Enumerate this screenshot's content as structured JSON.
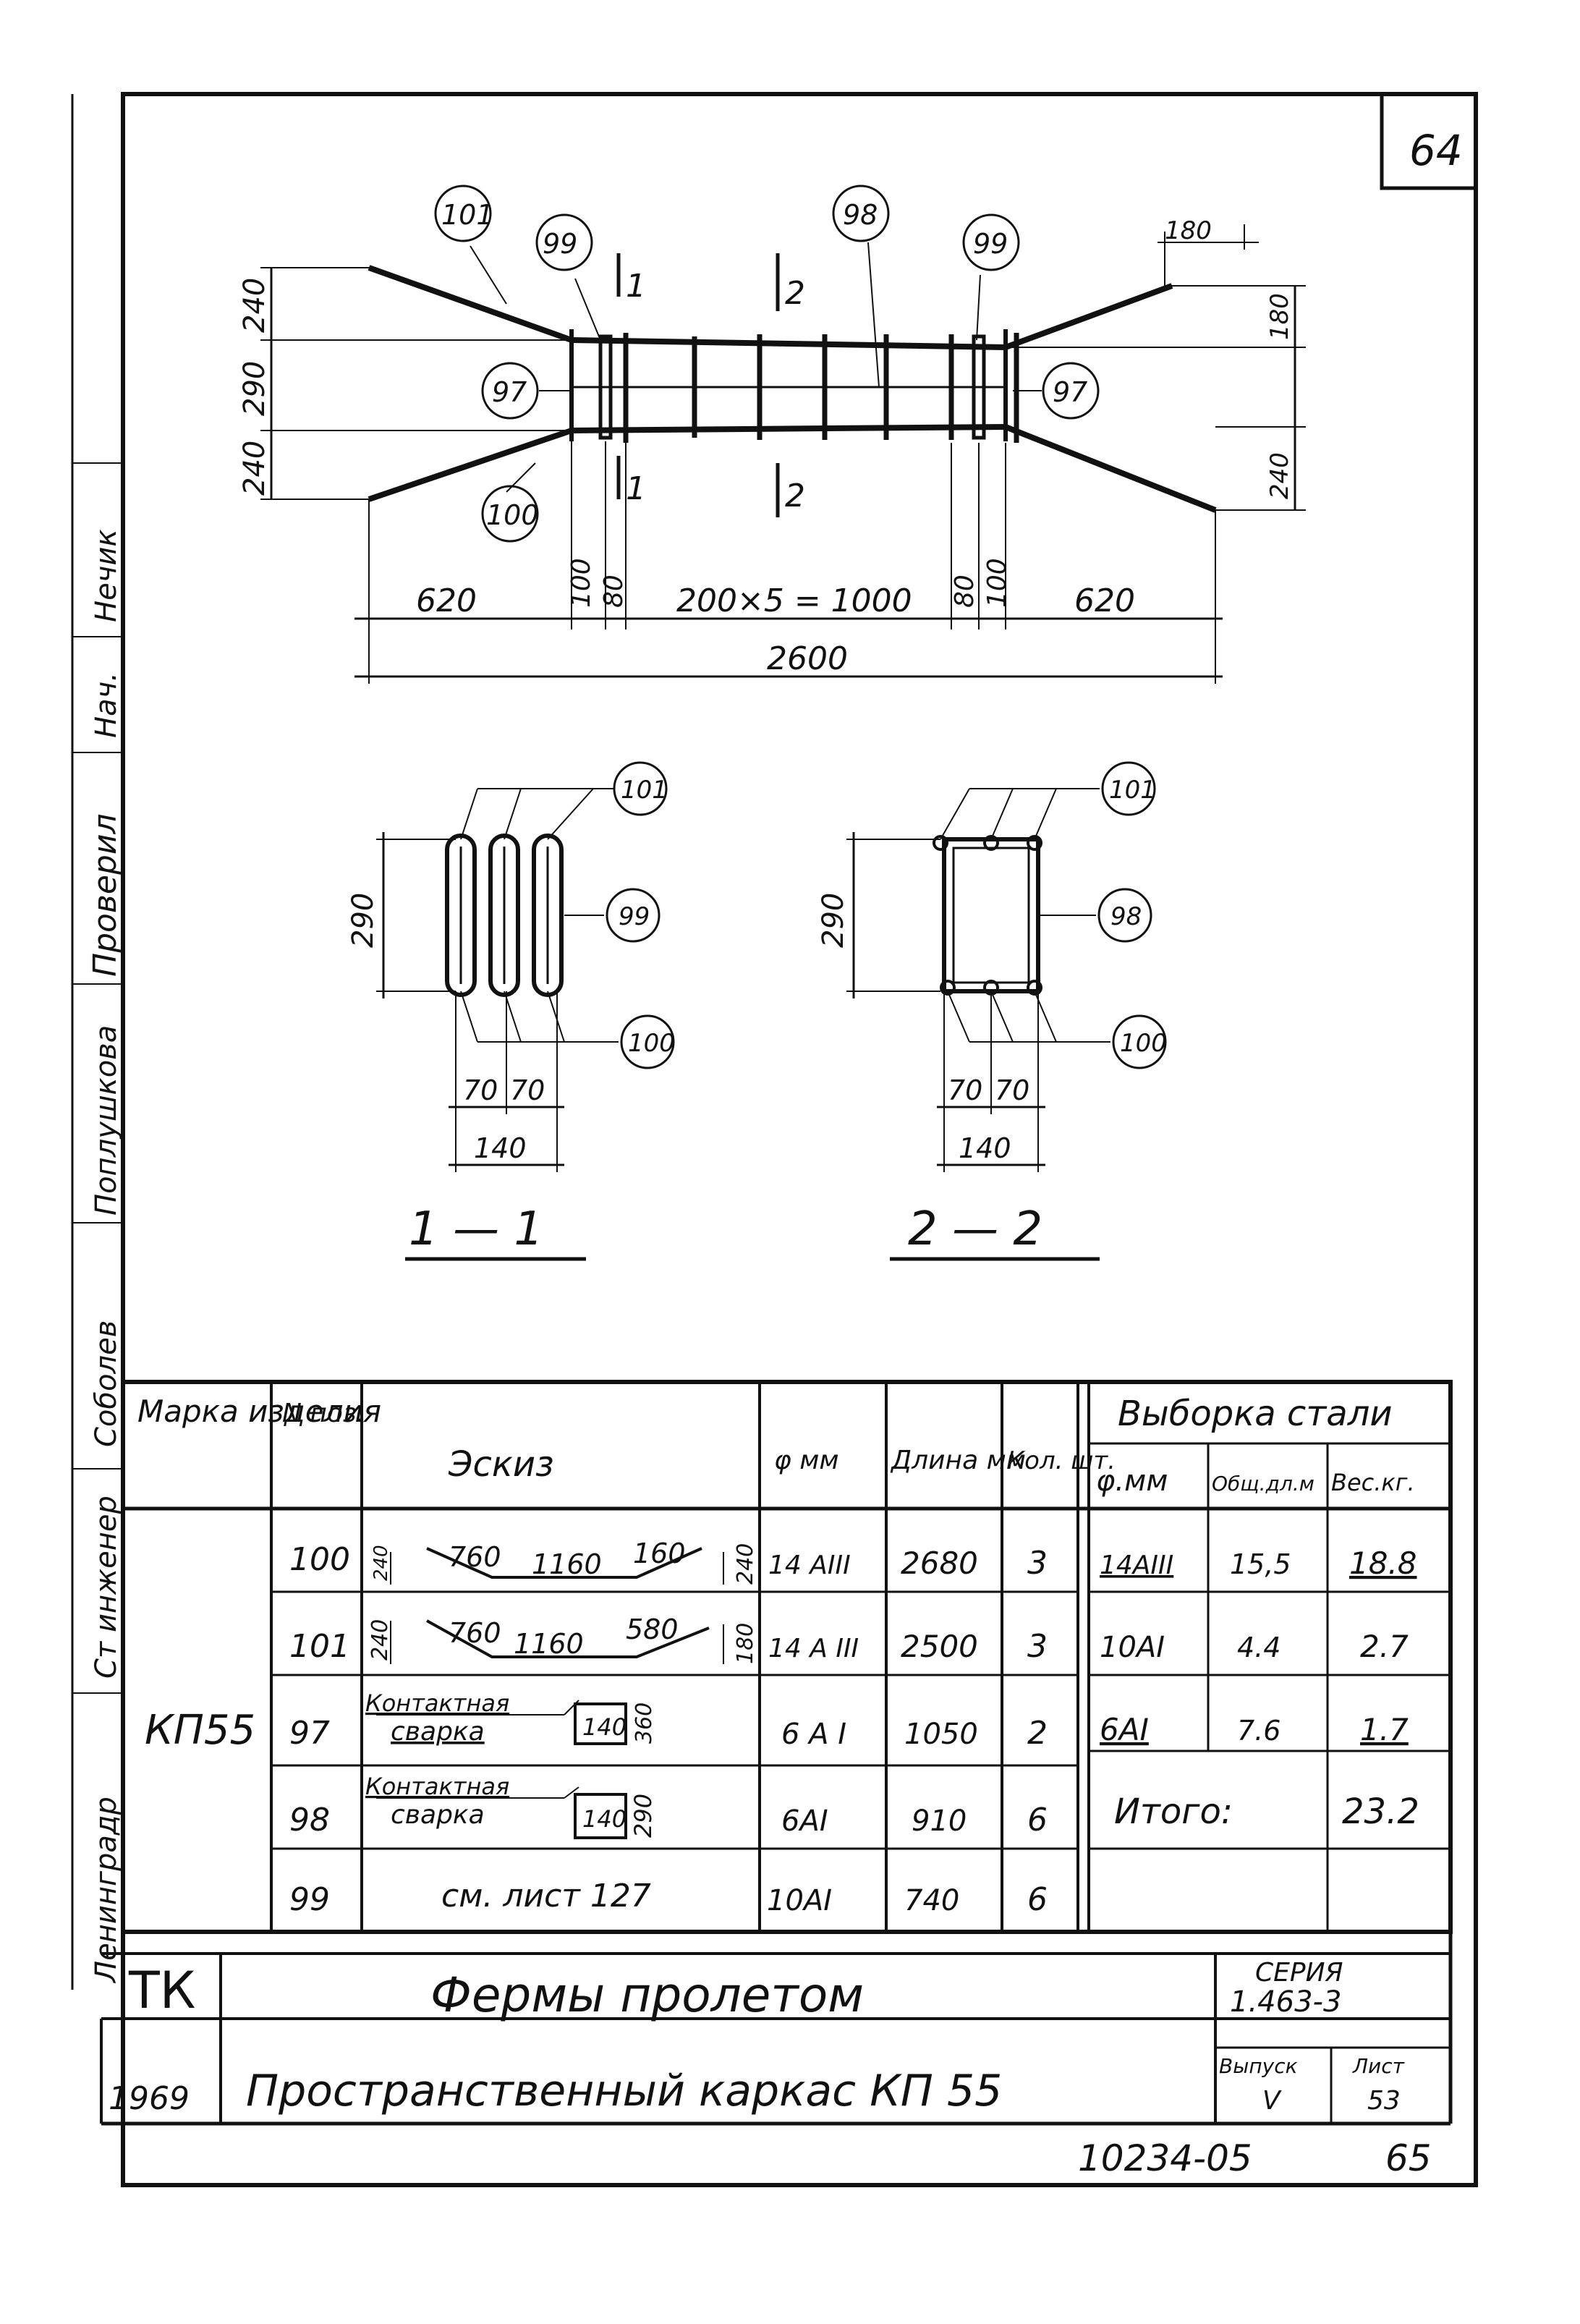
{
  "corner_numbers": {
    "top_right": "64",
    "bottom_right": "65",
    "inventory": "10234-05"
  },
  "drawing": {
    "callouts": {
      "c97": "97",
      "c98": "98",
      "c99": "99",
      "c100": "100",
      "c101": "101"
    },
    "section_marks": {
      "s1": "1",
      "s2": "2"
    },
    "dims": {
      "d240": "240",
      "d290": "290",
      "d180": "180",
      "d100": "100",
      "d80": "80",
      "d620": "620",
      "d200x5": "200×5 = 1000",
      "d2600": "2600",
      "d70": "70",
      "d140": "140"
    },
    "section_titles": {
      "sec1": "1 — 1",
      "sec2": "2 — 2"
    }
  },
  "side_stamp": {
    "labels": [
      "Ленинградр",
      "Ст инженер",
      "Соболев",
      "Поплушкова",
      "Проверил",
      "Нач.",
      "Нечик"
    ]
  },
  "spec_table": {
    "headers": {
      "mark": "Марка изделия",
      "pos": "N поз.",
      "sketch": "Эскиз",
      "diam": "φ мм",
      "length": "Длина мм",
      "qty": "Кол. шт.",
      "steel": "Выборка стали",
      "steel_diam": "φ.мм",
      "steel_total_len": "Общ.дл.м",
      "steel_weight": "Вес.кг."
    },
    "mark_value": "КП55",
    "rows": [
      {
        "pos": "100",
        "diam": "14 AIII",
        "length": "2680",
        "qty": "3",
        "sketch": {
          "a": "240",
          "b": "760",
          "c": "1160",
          "d": "160",
          "e": "240"
        }
      },
      {
        "pos": "101",
        "diam": "14 A III",
        "length": "2500",
        "qty": "3",
        "sketch": {
          "a": "240",
          "b": "760",
          "c": "1160",
          "d": "580",
          "e": "180"
        }
      },
      {
        "pos": "97",
        "diam": "6 A I",
        "length": "1050",
        "qty": "2",
        "sketch": {
          "note1": "Контактная",
          "note2": "сварка",
          "w": "140",
          "h": "360"
        }
      },
      {
        "pos": "98",
        "diam": "6AI",
        "length": "910",
        "qty": "6",
        "sketch": {
          "note1": "Контактная",
          "note2": "сварка",
          "w": "140",
          "h": "290"
        }
      },
      {
        "pos": "99",
        "diam": "10AI",
        "length": "740",
        "qty": "6",
        "sketch": {
          "ref": "см. лист 127"
        }
      }
    ],
    "steel_rows": [
      {
        "diam": "14AIII",
        "total_len": "15,5",
        "weight": "18.8"
      },
      {
        "diam": "10AI",
        "total_len": "4.4",
        "weight": "2.7"
      },
      {
        "diam": "6AI",
        "total_len": "7.6",
        "weight": "1.7"
      }
    ],
    "total_label": "Итого:",
    "total_value": "23.2"
  },
  "title_block": {
    "org": "ТК",
    "year": "1969",
    "title_line1": "Фермы пролетом",
    "title_line2": "Пространственный каркас КП 55",
    "series_label": "СЕРИЯ",
    "series_value": "1.463-3",
    "issue_label": "Выпуск",
    "issue_value": "V",
    "sheet_label": "Лист",
    "sheet_value": "53"
  }
}
